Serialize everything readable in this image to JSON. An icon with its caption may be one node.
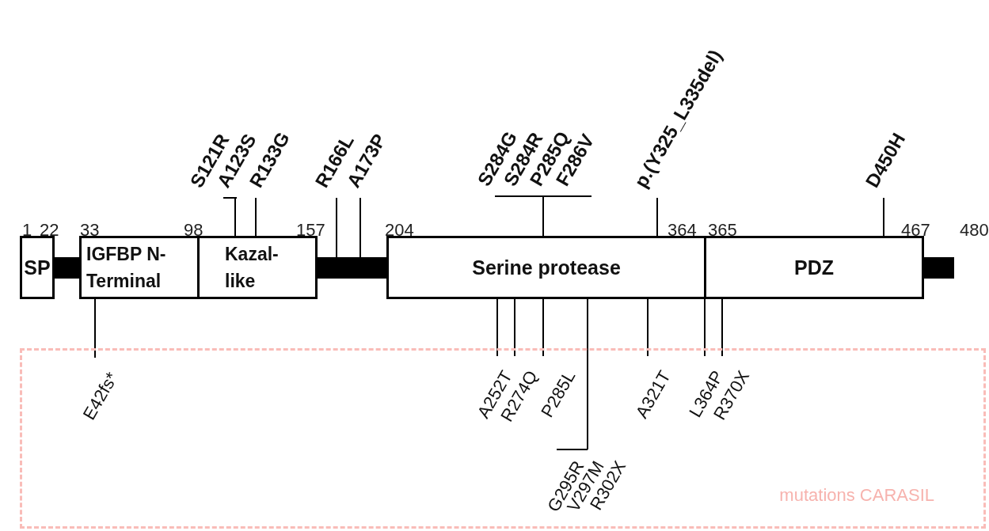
{
  "diagram": {
    "nodes": [
      {
        "text": [
          "SP"
        ]
      },
      {
        "text": [
          "IGFBP N-Terminal"
        ]
      },
      {
        "text": [
          "Kazal-like"
        ]
      },
      {
        "text": [
          "Serine protease"
        ]
      },
      {
        "text": [
          "PDZ"
        ]
      },
      {
        "text": [
          "S121R",
          "A123S"
        ]
      },
      {
        "text": [
          "R133G"
        ]
      },
      {
        "text": [
          "R166L"
        ]
      },
      {
        "text": [
          "A173P"
        ]
      },
      {
        "text": [
          "S284G",
          "S284R",
          "P285Q",
          "F286V"
        ]
      },
      {
        "text": [
          "p.(Y325_L335del)"
        ]
      },
      {
        "text": [
          "D450H"
        ]
      },
      {
        "text": [
          "mutations CARASIL"
        ]
      },
      {
        "text": [
          "E42fs*"
        ],
        "in": 12
      },
      {
        "text": [
          "A252T"
        ],
        "in": 12
      },
      {
        "text": [
          "R274Q"
        ],
        "in": 12
      },
      {
        "text": [
          "P285L"
        ],
        "in": 12
      },
      {
        "text": [
          "G295R",
          "V297M",
          "R302X"
        ],
        "in": 12
      },
      {
        "text": [
          "A321T"
        ],
        "in": 12
      },
      {
        "text": [
          "L364P"
        ],
        "in": 12
      },
      {
        "text": [
          "R370X"
        ],
        "in": 12
      },
      {
        "text": [],
        "shape": "bar"
      },
      {
        "text": [],
        "shape": "bar"
      },
      {
        "text": [],
        "shape": "bar"
      }
    ],
    "edges": [
      {
        "from": 5,
        "to": 2,
        "arrow": "none"
      },
      {
        "from": 6,
        "to": 2,
        "arrow": "none"
      },
      {
        "from": 7,
        "to": 22,
        "arrow": "none"
      },
      {
        "from": 8,
        "to": 22,
        "arrow": "none"
      },
      {
        "from": 9,
        "to": 3,
        "arrow": "none"
      },
      {
        "from": 10,
        "to": 3,
        "arrow": "none"
      },
      {
        "from": 11,
        "to": 4,
        "arrow": "none"
      },
      {
        "from": 13,
        "to": 1,
        "arrow": "none"
      },
      {
        "from": 14,
        "to": 3,
        "arrow": "none"
      },
      {
        "from": 15,
        "to": 3,
        "arrow": "none"
      },
      {
        "from": 16,
        "to": 3,
        "arrow": "none"
      },
      {
        "from": 17,
        "to": 3,
        "arrow": "none"
      },
      {
        "from": 18,
        "to": 3,
        "arrow": "none"
      },
      {
        "from": 19,
        "to": 3,
        "arrow": "none"
      },
      {
        "from": 20,
        "to": 4,
        "arrow": "none"
      }
    ],
    "labels": [
      "1",
      "22",
      "33",
      "98",
      "157",
      "204",
      "364",
      "365",
      "467",
      "480"
    ]
  }
}
